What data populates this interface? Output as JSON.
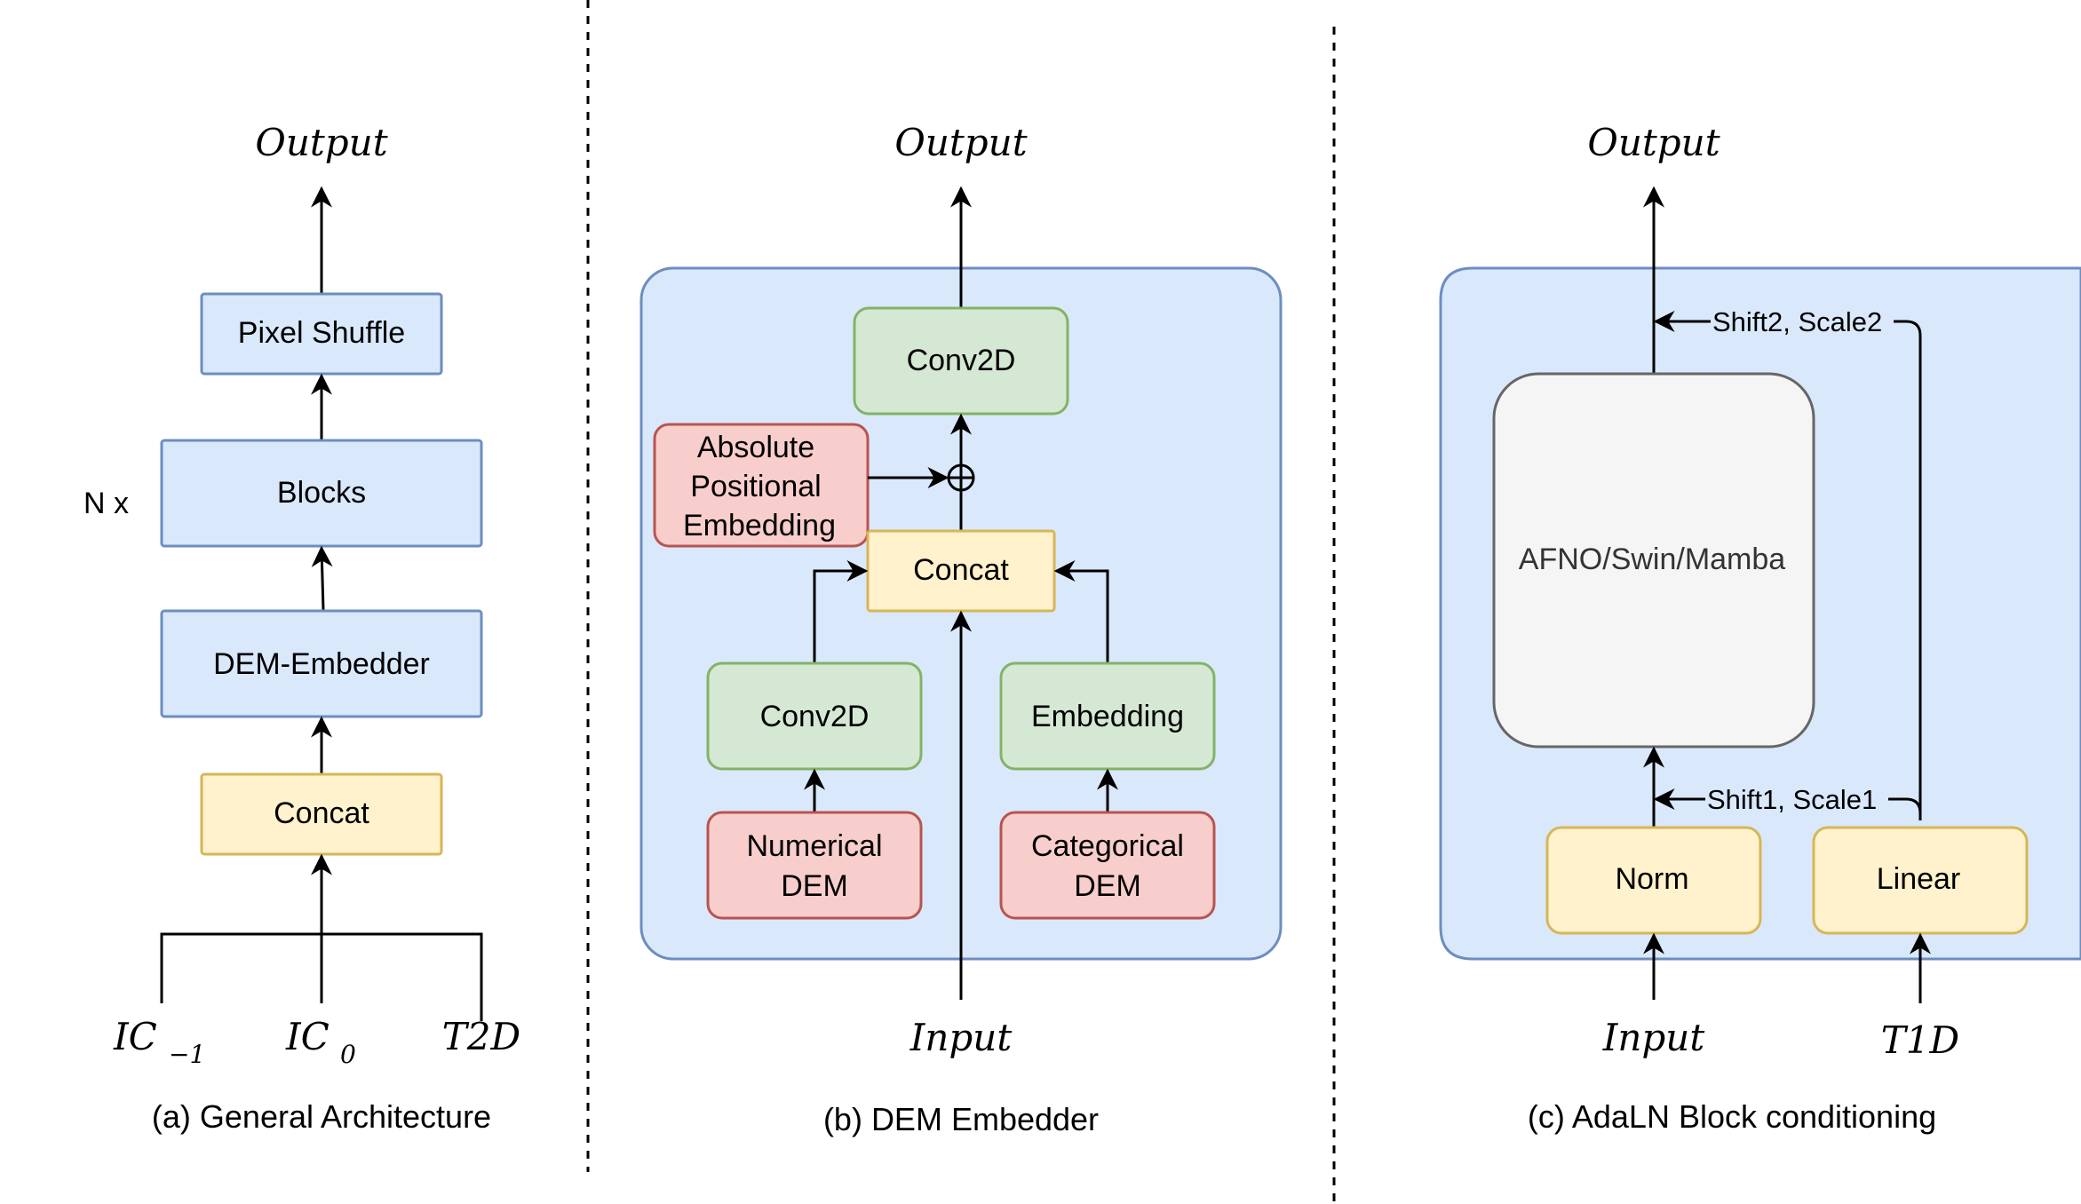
{
  "colors": {
    "blue_fill": "#dae8fc",
    "blue_stroke": "#6c8ebf",
    "yellow_fill": "#fff2cc",
    "yellow_stroke": "#d6b656",
    "green_fill": "#d5e8d4",
    "green_stroke": "#82b366",
    "red_fill": "#f8cecc",
    "red_stroke": "#b85450",
    "gray_fill": "#f5f5f5",
    "gray_stroke": "#666666"
  },
  "panel_a": {
    "output": "Output",
    "pixel_shuffle": "Pixel Shuffle",
    "blocks": "Blocks",
    "n_x": "N x",
    "dem_embedder": "DEM-Embedder",
    "concat": "Concat",
    "input1_base": "IC",
    "input1_sub": "−1",
    "input2_base": "IC",
    "input2_sub": "0",
    "input3": "T2D",
    "caption": "(a) General Architecture"
  },
  "panel_b": {
    "output": "Output",
    "conv2d_top": "Conv2D",
    "abs_pos_line1": "Absolute",
    "abs_pos_line2": "Positional",
    "abs_pos_line3": "Embedding",
    "concat": "Concat",
    "conv2d_bottom": "Conv2D",
    "embedding": "Embedding",
    "numerical_line1": "Numerical",
    "numerical_line2": "DEM",
    "categorical_line1": "Categorical",
    "categorical_line2": "DEM",
    "input": "Input",
    "caption": "(b) DEM Embedder"
  },
  "panel_c": {
    "output": "Output",
    "shift2": "Shift2, Scale2",
    "block": "AFNO/Swin/Mamba",
    "shift1": "Shift1, Scale1",
    "norm": "Norm",
    "linear": "Linear",
    "input": "Input",
    "t1d": "T1D",
    "caption": "(c) AdaLN Block conditioning"
  }
}
